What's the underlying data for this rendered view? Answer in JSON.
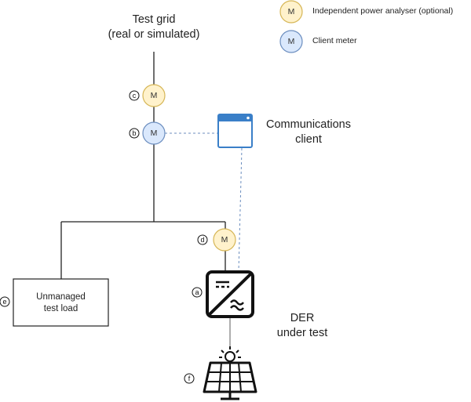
{
  "grid": {
    "title_line1": "Test grid",
    "title_line2": "(real or simulated)"
  },
  "legend": {
    "analyser": {
      "symbol": "M",
      "label": "Independent power analyser (optional)",
      "fill": "#fff2cc",
      "stroke": "#d6b656"
    },
    "client": {
      "symbol": "M",
      "label": "Client meter",
      "fill": "#dae8fc",
      "stroke": "#6c8ebf"
    }
  },
  "meters": {
    "c": {
      "symbol": "M",
      "tag": "c"
    },
    "b": {
      "symbol": "M",
      "tag": "b"
    },
    "d": {
      "symbol": "M",
      "tag": "d"
    }
  },
  "comms": {
    "line1": "Communications",
    "line2": "client",
    "color": "#3a7fc8"
  },
  "load": {
    "tag": "e",
    "line1": "Unmanaged",
    "line2": "test load"
  },
  "der": {
    "tag": "a",
    "line1": "DER",
    "line2": "under test"
  },
  "solar": {
    "tag": "f"
  }
}
